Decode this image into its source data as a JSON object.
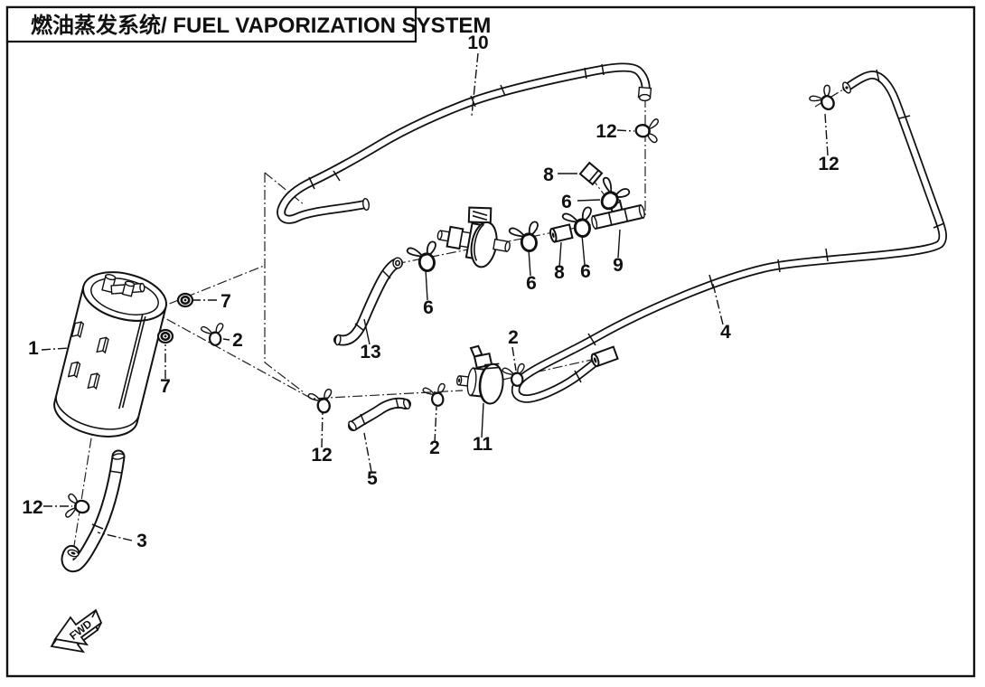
{
  "header": {
    "title": "燃油蒸发系统/ FUEL VAPORIZATION SYSTEM"
  },
  "fwd": {
    "label": "FWD"
  },
  "colors": {
    "line": "#111111",
    "background": "#ffffff"
  },
  "callouts": [
    {
      "num": "1"
    },
    {
      "num": "2"
    },
    {
      "num": "2"
    },
    {
      "num": "2"
    },
    {
      "num": "3"
    },
    {
      "num": "4"
    },
    {
      "num": "5"
    },
    {
      "num": "6"
    },
    {
      "num": "6"
    },
    {
      "num": "6"
    },
    {
      "num": "6"
    },
    {
      "num": "7"
    },
    {
      "num": "7"
    },
    {
      "num": "8"
    },
    {
      "num": "8"
    },
    {
      "num": "9"
    },
    {
      "num": "10"
    },
    {
      "num": "11"
    },
    {
      "num": "12"
    },
    {
      "num": "12"
    },
    {
      "num": "12"
    },
    {
      "num": "12"
    },
    {
      "num": "13"
    }
  ]
}
